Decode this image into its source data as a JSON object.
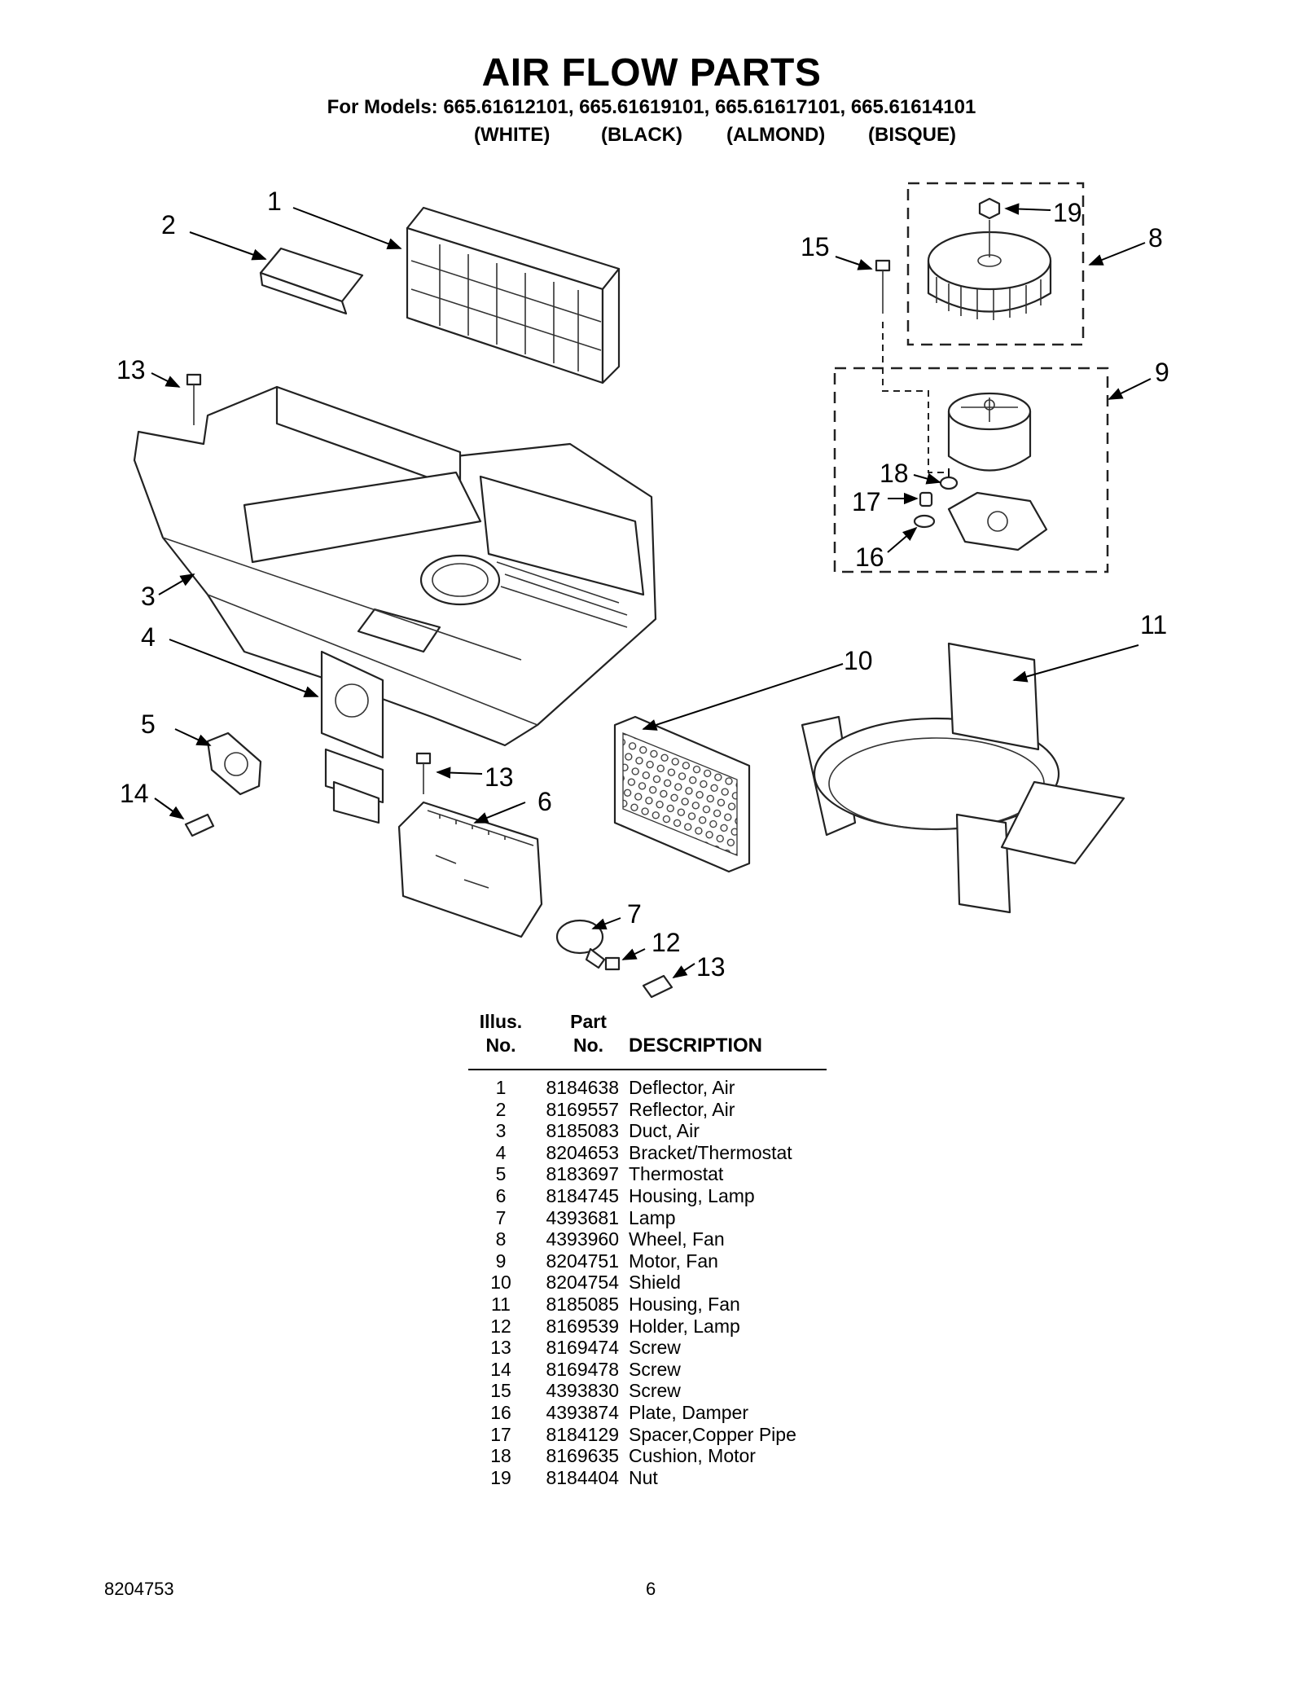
{
  "header": {
    "title": "AIR FLOW PARTS",
    "models": "For Models: 665.61612101, 665.61619101, 665.61617101, 665.61614101",
    "colors": [
      "(WHITE)",
      "(BLACK)",
      "(ALMOND)",
      "(BISQUE)"
    ]
  },
  "callouts": [
    "1",
    "2",
    "3",
    "4",
    "5",
    "6",
    "7",
    "8",
    "9",
    "10",
    "11",
    "12",
    "13",
    "14",
    "15",
    "16",
    "17",
    "18",
    "19",
    "13",
    "13"
  ],
  "table": {
    "header_illus": [
      "Illus.",
      "No."
    ],
    "header_part": [
      "Part",
      "No."
    ],
    "header_desc": "DESCRIPTION",
    "rows": [
      {
        "no": "1",
        "part": "8184638",
        "desc": "Deflector, Air"
      },
      {
        "no": "2",
        "part": "8169557",
        "desc": "Reflector, Air"
      },
      {
        "no": "3",
        "part": "8185083",
        "desc": "Duct, Air"
      },
      {
        "no": "4",
        "part": "8204653",
        "desc": "Bracket/Thermostat"
      },
      {
        "no": "5",
        "part": "8183697",
        "desc": "Thermostat"
      },
      {
        "no": "6",
        "part": "8184745",
        "desc": "Housing, Lamp"
      },
      {
        "no": "7",
        "part": "4393681",
        "desc": "Lamp"
      },
      {
        "no": "8",
        "part": "4393960",
        "desc": "Wheel, Fan"
      },
      {
        "no": "9",
        "part": "8204751",
        "desc": "Motor, Fan"
      },
      {
        "no": "10",
        "part": "8204754",
        "desc": "Shield"
      },
      {
        "no": "11",
        "part": "8185085",
        "desc": "Housing, Fan"
      },
      {
        "no": "12",
        "part": "8169539",
        "desc": "Holder, Lamp"
      },
      {
        "no": "13",
        "part": "8169474",
        "desc": "Screw"
      },
      {
        "no": "14",
        "part": "8169478",
        "desc": "Screw"
      },
      {
        "no": "15",
        "part": "4393830",
        "desc": "Screw"
      },
      {
        "no": "16",
        "part": "4393874",
        "desc": "Plate, Damper"
      },
      {
        "no": "17",
        "part": "8184129",
        "desc": "Spacer,Copper Pipe"
      },
      {
        "no": "18",
        "part": "8169635",
        "desc": "Cushion, Motor"
      },
      {
        "no": "19",
        "part": "8184404",
        "desc": "Nut"
      }
    ]
  },
  "footer": {
    "doc_number": "8204753",
    "page_number": "6"
  }
}
